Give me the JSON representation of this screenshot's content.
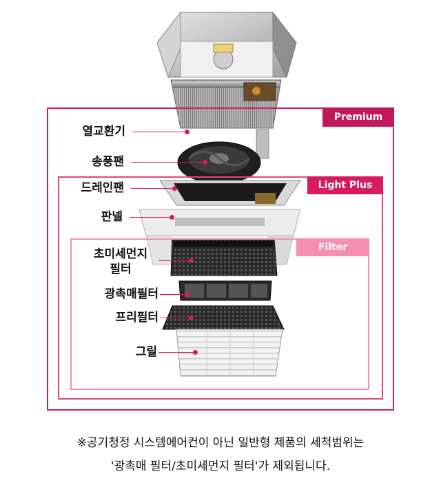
{
  "tiers": {
    "premium": "Premium",
    "light_plus": "Light Plus",
    "filter": "Filter"
  },
  "parts": {
    "heat_exchanger": "열교환기",
    "blower_fan": "송풍팬",
    "drain_pan": "드레인팬",
    "panel": "판넬",
    "ultrafine_filter_line1": "초미세먼지",
    "ultrafine_filter_line2": "필터",
    "photocatalyst_filter": "광촉매필터",
    "pre_filter": "프리필터",
    "grille": "그릴"
  },
  "footnote": {
    "line1": "※공기청정 시스템에어컨이 아닌 일반형 제품의 세척범위는",
    "line2": "'광촉매 필터/초미세먼지 필터'가 제외됩니다."
  },
  "colors": {
    "premium": "#c2185b",
    "light_plus": "#d81b60",
    "filter": "#f48fb1"
  }
}
